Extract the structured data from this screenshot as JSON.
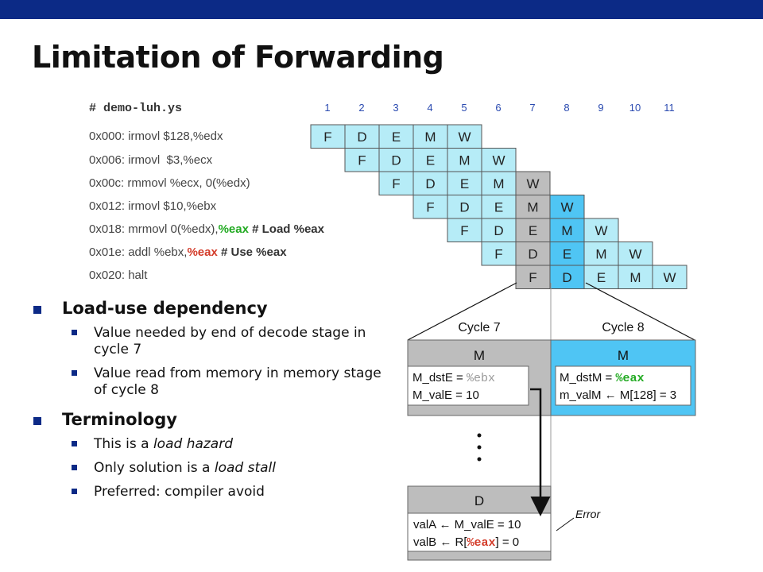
{
  "title": "Limitation of Forwarding",
  "header_comment": "# demo-luh.ys",
  "cycles": [
    "1",
    "2",
    "3",
    "4",
    "5",
    "6",
    "7",
    "8",
    "9",
    "10",
    "11"
  ],
  "instructions": [
    {
      "addr": "0x000:",
      "code": "irmovl $128,%edx"
    },
    {
      "addr": "0x006:",
      "code": "irmovl  $3,%ecx"
    },
    {
      "addr": "0x00c:",
      "code": "rmmovl %ecx, 0(%edx)"
    },
    {
      "addr": "0x012:",
      "code": "irmovl $10,%ebx"
    },
    {
      "addr": "0x018:",
      "code_pre": "mrmovl 0(%edx),",
      "reg": "%eax",
      "comment": " # Load %eax"
    },
    {
      "addr": "0x01e:",
      "code_pre": "addl %ebx,",
      "reg": "%eax",
      "comment": " # Use %eax"
    },
    {
      "addr": "0x020:",
      "code": "halt"
    }
  ],
  "stages": [
    "F",
    "D",
    "E",
    "M",
    "W"
  ],
  "cycle7_label": "Cycle 7",
  "cycle8_label": "Cycle 8",
  "box_m_label": "M",
  "box_d_label": "D",
  "cycle7_m": {
    "line1_key": "M_dstE = ",
    "line1_reg": "%ebx",
    "line2": "M_valE = 10"
  },
  "cycle8_m": {
    "line1_key": "M_dstM = ",
    "line1_reg": "%eax",
    "line2": "m_valM ← M[128] = 3"
  },
  "decode_box": {
    "line1": "valA ← M_valE = 10",
    "line2_pre": "valB ← R[",
    "line2_reg": "%eax",
    "line2_post": "] = 0"
  },
  "error_label": "Error",
  "bullets": [
    {
      "head": "Load-use dependency",
      "subs": [
        {
          "text": "Value needed by end of decode stage in cycle 7"
        },
        {
          "text": "Value read from memory in memory stage of cycle 8"
        }
      ]
    },
    {
      "head": "Terminology",
      "subs": [
        {
          "pre": "This is a ",
          "em": "load hazard"
        },
        {
          "pre": "Only solution is a ",
          "em": "load stall"
        },
        {
          "text": "Preferred: compiler avoid"
        }
      ]
    }
  ],
  "colors": {
    "bar": "#0c2a86",
    "light_blue": "#b6ecf7",
    "gray": "#bdbdbd",
    "bright_blue": "#4fc5f4",
    "green": "#22aa22",
    "red": "#d33c2a"
  }
}
